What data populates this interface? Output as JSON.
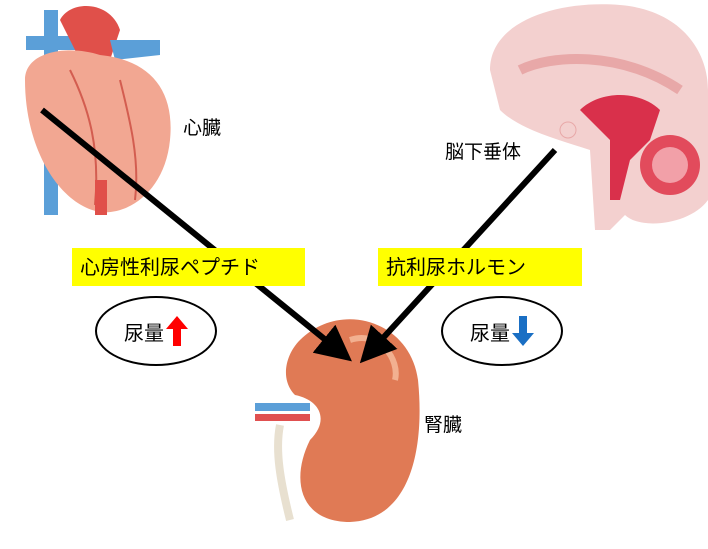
{
  "labels": {
    "heart": "心臓",
    "pituitary": "脳下垂体",
    "kidney": "腎臓"
  },
  "hormones": {
    "anp": "心房性利尿ペプチド",
    "adh": "抗利尿ホルモン"
  },
  "effects": {
    "anp_effect": {
      "text": "尿量",
      "direction": "up",
      "color": "#ff0000"
    },
    "adh_effect": {
      "text": "尿量",
      "direction": "down",
      "color": "#1a6fc4"
    }
  },
  "colors": {
    "highlight": "#ffff00",
    "arrow": "#000000"
  }
}
